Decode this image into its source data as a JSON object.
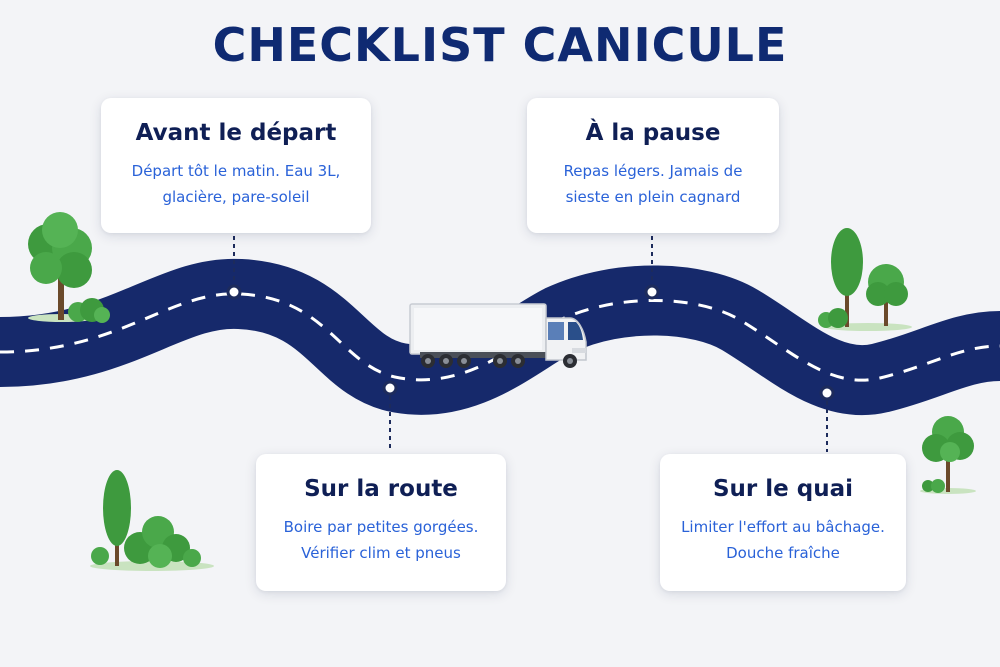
{
  "title": "CHECKLIST CANICULE",
  "colors": {
    "road": "#16296b",
    "title": "#0f2a72",
    "card_text": "#2a62d8",
    "tree": "#3e9a3e"
  },
  "steps": [
    {
      "title": "Avant le départ",
      "text": "Départ tôt le matin. Eau 3L,\nglacière, pare-soleil"
    },
    {
      "title": "À la pause",
      "text": "Repas légers. Jamais de\nsieste en plein cagnard"
    },
    {
      "title": "Sur la route",
      "text": "Boire par petites gorgées.\nVérifier clim et pneus"
    },
    {
      "title": "Sur le quai",
      "text": "Limiter l'effort au bâchage.\nDouche fraîche"
    }
  ],
  "icons": [
    "tree-icon",
    "bush-icon",
    "truck-icon",
    "road-marker-icon"
  ]
}
